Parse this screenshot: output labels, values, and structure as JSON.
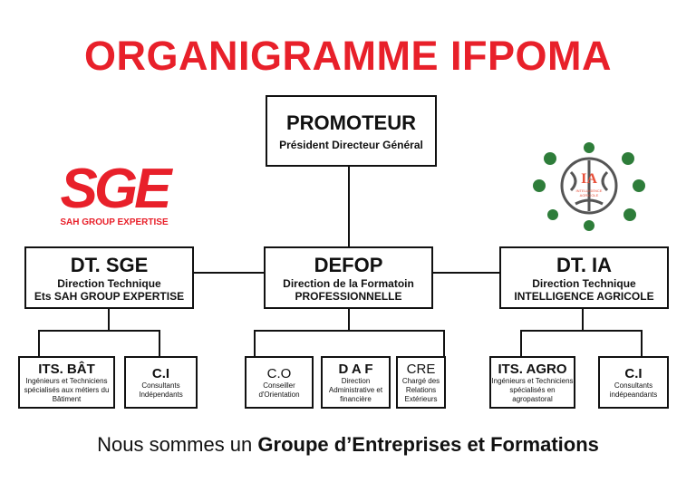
{
  "title": "ORGANIGRAMME IFPOMA",
  "promoteur": {
    "title": "PROMOTEUR",
    "subtitle": "Président Directeur Général"
  },
  "dt_sge": {
    "title": "DT. SGE",
    "line1": "Direction Technique",
    "line2": "Ets SAH GROUP EXPERTISE"
  },
  "defop": {
    "title": "DEFOP",
    "line1": "Direction de la Formatoin",
    "line2": "PROFESSIONNELLE"
  },
  "dt_ia": {
    "title": "DT. IA",
    "line1": "Direction Technique",
    "line2": "INTELLIGENCE AGRICOLE"
  },
  "units": [
    {
      "title": "ITS. BÂT",
      "desc": "Ingénieurs et Techniciens spécialisés aux métiers du Bâtiment"
    },
    {
      "title": "C.I",
      "desc": "Consultants Indépendants"
    },
    {
      "title": "C.O",
      "desc": "Conseiller d'Orientation"
    },
    {
      "title": "D A F",
      "desc": "Direction Administrative et financière"
    },
    {
      "title": "CRE",
      "desc": "Chargé des Relations Extérieurs"
    },
    {
      "title": "ITS. AGRO",
      "desc": "Ingénieurs et Techniciens spécialisés en agropastoral"
    },
    {
      "title": "C.I",
      "desc": "Consultants indépeandants"
    }
  ],
  "logos": {
    "sge": {
      "mark": "SGE",
      "text": "SAH GROUP EXPERTISE"
    },
    "ia": {
      "mark": "IA",
      "text": "INTELLIGENCE AGRICOLE"
    }
  },
  "footer": {
    "normal": "Nous sommes un ",
    "bold": "Groupe d’Entreprises et Formations"
  },
  "colors": {
    "red": "#e8202a",
    "green": "#2e7d3a"
  }
}
